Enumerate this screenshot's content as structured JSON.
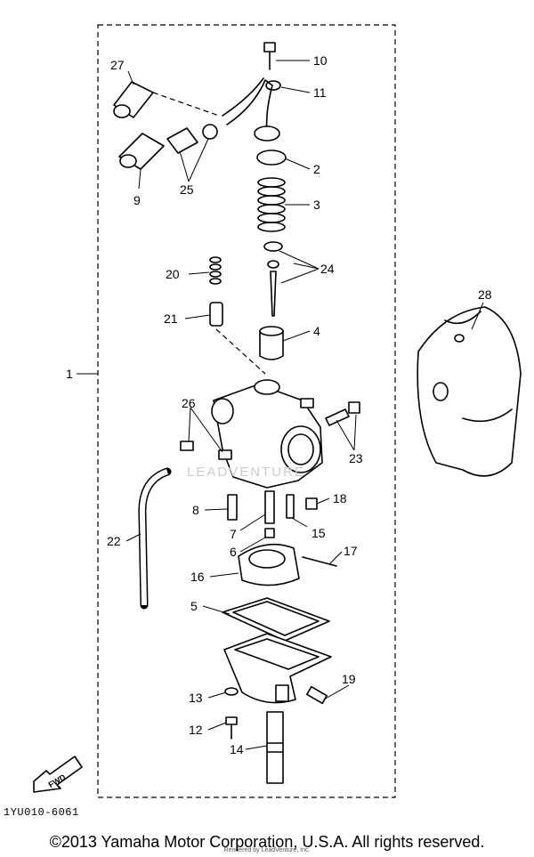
{
  "diagram": {
    "callouts": [
      "1",
      "2",
      "3",
      "4",
      "5",
      "6",
      "7",
      "8",
      "9",
      "10",
      "11",
      "12",
      "13",
      "14",
      "15",
      "16",
      "17",
      "18",
      "19",
      "20",
      "21",
      "22",
      "23",
      "24",
      "25",
      "26",
      "27",
      "28"
    ],
    "fwd_label": "FWD",
    "reference_code": "1YU010-6061",
    "watermark": "LEADVENTURE"
  },
  "footer": {
    "copyright": "©2013 Yamaha Motor Corporation, U.S.A. All rights reserved.",
    "rendered_by": "Rendered by LeadVenture, Inc."
  }
}
